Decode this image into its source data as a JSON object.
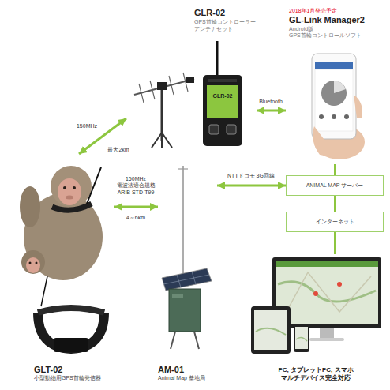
{
  "diagram": {
    "nodes": [
      {
        "text": [
          "GLR-02",
          "GPS首輪コントローラー アンテナセット"
        ]
      },
      {
        "text": [
          "2018年1月発売予定",
          "GL-Link Manager2",
          "Android版 GPS首輪コントロールソフト"
        ]
      },
      {
        "text": [
          "ANIMAL MAP サーバー"
        ]
      },
      {
        "text": [
          "インターネット"
        ]
      },
      {
        "text": [
          "PC, タブレットPC, スマホ マルチデバイス完全対応"
        ]
      },
      {
        "text": [
          "AM-01",
          "Animal Map 基地局"
        ]
      },
      {
        "text": [
          "GLT-02",
          "小型動物用GPS首輪発信器"
        ]
      }
    ],
    "edges": [
      {
        "from": 6,
        "to": 0,
        "label": "150MHz",
        "arrow": "both"
      },
      {
        "from": 6,
        "to": 5,
        "label": "150MHz 電波法適合規格 ARIB STD-T99",
        "arrow": "both"
      },
      {
        "from": 0,
        "to": 1,
        "label": "Bluetooth",
        "arrow": "both"
      },
      {
        "from": 5,
        "to": 2,
        "label": "NTTドコモ 3G回線",
        "arrow": "both"
      },
      {
        "from": 1,
        "to": 2,
        "arrow": "none"
      },
      {
        "from": 2,
        "to": 3,
        "arrow": "none"
      },
      {
        "from": 3,
        "to": 4,
        "arrow": "none"
      }
    ],
    "labels": [
      "最大2km",
      "4～6km",
      "GLR-02"
    ]
  }
}
